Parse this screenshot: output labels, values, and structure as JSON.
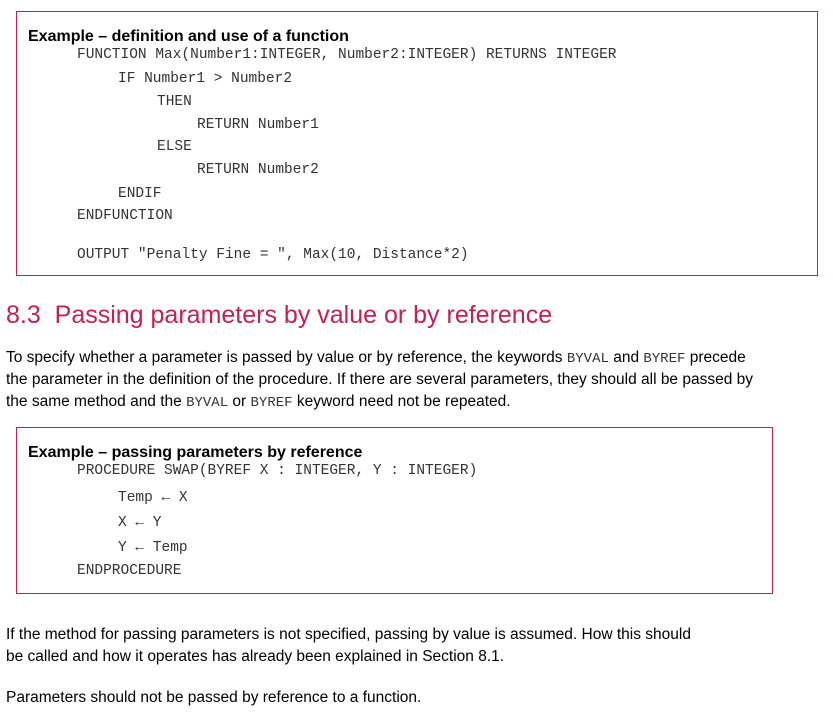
{
  "example1": {
    "title": "Example – definition and use of a function",
    "lines": [
      "FUNCTION Max(Number1:INTEGER, Number2:INTEGER) RETURNS INTEGER",
      "IF Number1 > Number2",
      "THEN",
      "RETURN Number1",
      "ELSE",
      "RETURN Number2",
      "ENDIF",
      "ENDFUNCTION",
      "OUTPUT \"Penalty Fine = \", Max(10, Distance*2)"
    ]
  },
  "section": {
    "heading": "8.3  Passing parameters by value or by reference"
  },
  "para1": {
    "line1_a": "To specify whether a parameter is passed by value or by reference, the keywords ",
    "kw_byval": "BYVAL",
    "and": " and ",
    "kw_byref": "BYREF",
    "line1_b": " precede",
    "line2": "the parameter in the definition of the procedure. If there are several parameters, they should all be passed by",
    "line3_a": "the same method and the ",
    "kw_byval2": "BYVAL",
    "or": " or ",
    "kw_byref2": "BYREF",
    "line3_b": " keyword need not be repeated."
  },
  "example2": {
    "title": "Example – passing parameters by reference",
    "lines": [
      "PROCEDURE SWAP(BYREF X : INTEGER, Y : INTEGER)",
      "Temp ← X",
      "X ← Y",
      "Y ← Temp",
      "ENDPROCEDURE"
    ]
  },
  "para2": {
    "line1": "If the method for passing parameters is not specified, passing by value is assumed. How this should",
    "line2": "be called and how it operates has already been explained in Section 8.1."
  },
  "para3": {
    "line1": "Parameters should not be passed by reference to a function."
  }
}
